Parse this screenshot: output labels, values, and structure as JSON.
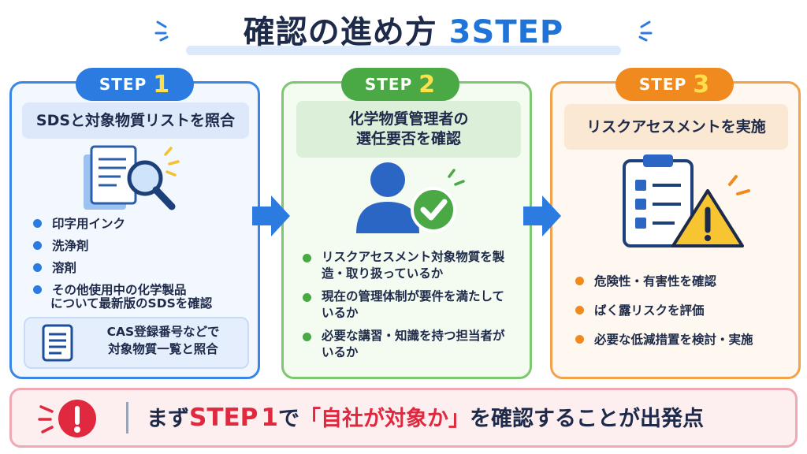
{
  "header": {
    "title_main": "確認の進め方",
    "title_accent": "3STEP"
  },
  "steps": [
    {
      "step_label": "STEP",
      "step_number": "1",
      "heading": "SDSと対象物質リストを照合",
      "bullets": [
        "印字用インク",
        "洗浄剤",
        "溶剤",
        "その他使用中の化学製品"
      ],
      "tail": "について最新版のSDSを確認",
      "note_line1": "CAS登録番号などで",
      "note_line2": "対象物質一覧と照合"
    },
    {
      "step_label": "STEP",
      "step_number": "2",
      "heading_line1": "化学物質管理者の",
      "heading_line2": "選任要否を確認",
      "bullets": [
        "リスクアセスメント対象物質を製造・取り扱っているか",
        "現在の管理体制が要件を満たしているか",
        "必要な講習・知識を持つ担当者がいるか"
      ]
    },
    {
      "step_label": "STEP",
      "step_number": "3",
      "heading": "リスクアセスメントを実施",
      "bullets": [
        "危険性・有害性を確認",
        "ばく露リスクを評価",
        "必要な低減措置を検討・実施"
      ]
    }
  ],
  "banner": {
    "pre": "まず",
    "step": "STEP",
    "num": "1",
    "mid": "で",
    "quote": "「自社が対象か」",
    "post": "を確認することが出発点"
  },
  "colors": {
    "blue": "#2c7be0",
    "green": "#4aa845",
    "orange": "#f08a1f",
    "red": "#e0283f",
    "navy": "#1e2a4a"
  },
  "icons": {
    "step1": "document-magnifier-icon",
    "step2": "person-check-icon",
    "step3": "clipboard-warning-icon",
    "note": "document-icon",
    "banner": "alert-icon"
  }
}
